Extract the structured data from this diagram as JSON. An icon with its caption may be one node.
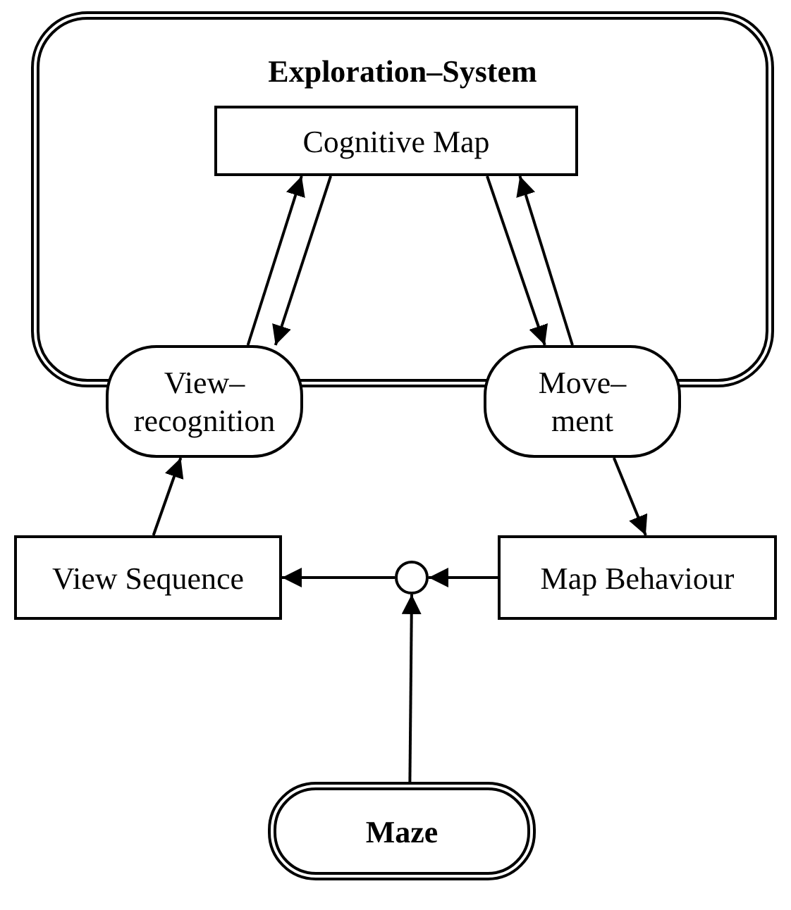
{
  "diagram": {
    "nodes": [
      {
        "text": [
          "Exploration–System"
        ]
      },
      {
        "text": [
          "Cognitive Map"
        ],
        "in": 0
      },
      {
        "text": [
          "View– recognition"
        ]
      },
      {
        "text": [
          "Move– ment"
        ]
      },
      {
        "text": [
          "View Sequence"
        ]
      },
      {
        "text": [
          "Map Behaviour"
        ]
      },
      {
        "text": [],
        "shape": "circle"
      },
      {
        "text": [
          "Maze"
        ]
      }
    ],
    "edges": [
      {
        "from": 2,
        "to": 1,
        "arrow": "to"
      },
      {
        "from": 1,
        "to": 2,
        "arrow": "to"
      },
      {
        "from": 1,
        "to": 3,
        "arrow": "to"
      },
      {
        "from": 3,
        "to": 1,
        "arrow": "to"
      },
      {
        "from": 4,
        "to": 2,
        "arrow": "to"
      },
      {
        "from": 3,
        "to": 5,
        "arrow": "to"
      },
      {
        "from": 5,
        "to": 6,
        "arrow": "to"
      },
      {
        "from": 6,
        "to": 4,
        "arrow": "to"
      },
      {
        "from": 7,
        "to": 6,
        "arrow": "to"
      }
    ]
  }
}
